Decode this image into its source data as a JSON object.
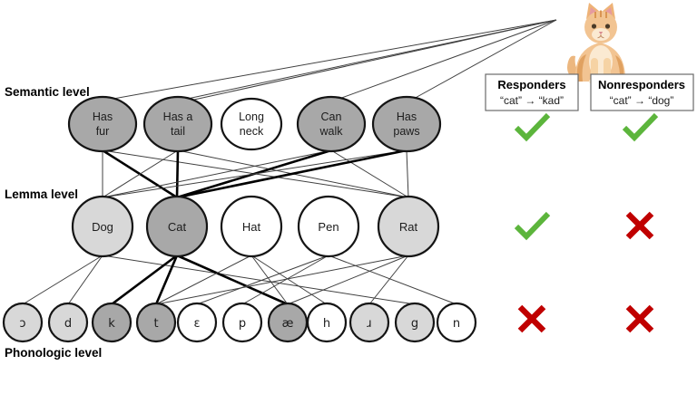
{
  "figure": {
    "description": "Three-level picture naming network with stimulus cat and responder outcomes"
  },
  "colors": {
    "node_dark": "#a8a8a8",
    "node_light": "#d8d8d8",
    "node_white": "#ffffff",
    "node_border": "#141414",
    "edge_thin": "#404040",
    "edge_thick": "#000000",
    "check_green": "#5cb53c",
    "cross_red": "#c00000"
  },
  "levels": {
    "semantic": {
      "label": "Semantic level",
      "nodes": [
        {
          "id": "has-fur",
          "line1": "Has",
          "line2": "fur",
          "state": "dark"
        },
        {
          "id": "has-a-tail",
          "line1": "Has a",
          "line2": "tail",
          "state": "dark"
        },
        {
          "id": "long-neck",
          "line1": "Long",
          "line2": "neck",
          "state": "white"
        },
        {
          "id": "can-walk",
          "line1": "Can",
          "line2": "walk",
          "state": "dark"
        },
        {
          "id": "has-paws",
          "line1": "Has",
          "line2": "paws",
          "state": "dark"
        }
      ]
    },
    "lemma": {
      "label": "Lemma level",
      "nodes": [
        {
          "id": "dog",
          "label": "Dog",
          "state": "light"
        },
        {
          "id": "cat",
          "label": "Cat",
          "state": "dark"
        },
        {
          "id": "hat",
          "label": "Hat",
          "state": "white"
        },
        {
          "id": "pen",
          "label": "Pen",
          "state": "white"
        },
        {
          "id": "rat",
          "label": "Rat",
          "state": "light"
        }
      ]
    },
    "phonologic": {
      "label": "Phonologic level",
      "nodes": [
        {
          "id": "ph-open-o",
          "label": "ɔ",
          "state": "light"
        },
        {
          "id": "ph-d",
          "label": "d",
          "state": "light"
        },
        {
          "id": "ph-k",
          "label": "k",
          "state": "dark"
        },
        {
          "id": "ph-t",
          "label": "t",
          "state": "dark"
        },
        {
          "id": "ph-eps",
          "label": "ɛ",
          "state": "white"
        },
        {
          "id": "ph-p",
          "label": "p",
          "state": "white"
        },
        {
          "id": "ph-ae",
          "label": "æ",
          "state": "dark"
        },
        {
          "id": "ph-h",
          "label": "h",
          "state": "white"
        },
        {
          "id": "ph-r",
          "label": "ɹ",
          "state": "light"
        },
        {
          "id": "ph-g",
          "label": "g",
          "state": "light"
        },
        {
          "id": "ph-n",
          "label": "n",
          "state": "white"
        }
      ]
    }
  },
  "edges": {
    "stimulus_to_semantic": [
      "has-fur",
      "has-a-tail",
      "can-walk",
      "has-paws",
      "has-a-tail"
    ],
    "semantic_to_lemma": [
      {
        "from": "has-fur",
        "to": "dog",
        "weight": "thin"
      },
      {
        "from": "has-fur",
        "to": "cat",
        "weight": "thick"
      },
      {
        "from": "has-fur",
        "to": "rat",
        "weight": "thin"
      },
      {
        "from": "has-a-tail",
        "to": "dog",
        "weight": "thin"
      },
      {
        "from": "has-a-tail",
        "to": "cat",
        "weight": "thick"
      },
      {
        "from": "has-a-tail",
        "to": "rat",
        "weight": "thin"
      },
      {
        "from": "can-walk",
        "to": "dog",
        "weight": "thin"
      },
      {
        "from": "can-walk",
        "to": "cat",
        "weight": "thick"
      },
      {
        "from": "can-walk",
        "to": "rat",
        "weight": "thin"
      },
      {
        "from": "has-paws",
        "to": "dog",
        "weight": "thin"
      },
      {
        "from": "has-paws",
        "to": "cat",
        "weight": "thick"
      },
      {
        "from": "has-paws",
        "to": "rat",
        "weight": "thin"
      }
    ],
    "lemma_to_phonologic": [
      {
        "from": "dog",
        "to": "ph-d",
        "weight": "thin"
      },
      {
        "from": "dog",
        "to": "ph-open-o",
        "weight": "thin"
      },
      {
        "from": "dog",
        "to": "ph-g",
        "weight": "thin"
      },
      {
        "from": "cat",
        "to": "ph-k",
        "weight": "thick"
      },
      {
        "from": "cat",
        "to": "ph-ae",
        "weight": "thick"
      },
      {
        "from": "cat",
        "to": "ph-t",
        "weight": "thick"
      },
      {
        "from": "hat",
        "to": "ph-h",
        "weight": "thin"
      },
      {
        "from": "hat",
        "to": "ph-ae",
        "weight": "thin"
      },
      {
        "from": "hat",
        "to": "ph-t",
        "weight": "thin"
      },
      {
        "from": "pen",
        "to": "ph-p",
        "weight": "thin"
      },
      {
        "from": "pen",
        "to": "ph-eps",
        "weight": "thin"
      },
      {
        "from": "pen",
        "to": "ph-n",
        "weight": "thin"
      },
      {
        "from": "rat",
        "to": "ph-r",
        "weight": "thin"
      },
      {
        "from": "rat",
        "to": "ph-ae",
        "weight": "thin"
      },
      {
        "from": "rat",
        "to": "ph-t",
        "weight": "thin"
      }
    ]
  },
  "outcome": {
    "columns": [
      {
        "title": "Responders",
        "mapping": "“cat” → “kad”"
      },
      {
        "title": "Nonresponders",
        "mapping": "“cat” → “dog”"
      }
    ],
    "rows": [
      {
        "level": "semantic",
        "responders": "check",
        "nonresponders": "check"
      },
      {
        "level": "lemma",
        "responders": "check",
        "nonresponders": "cross"
      },
      {
        "level": "phonologic",
        "responders": "cross",
        "nonresponders": "cross"
      }
    ]
  }
}
